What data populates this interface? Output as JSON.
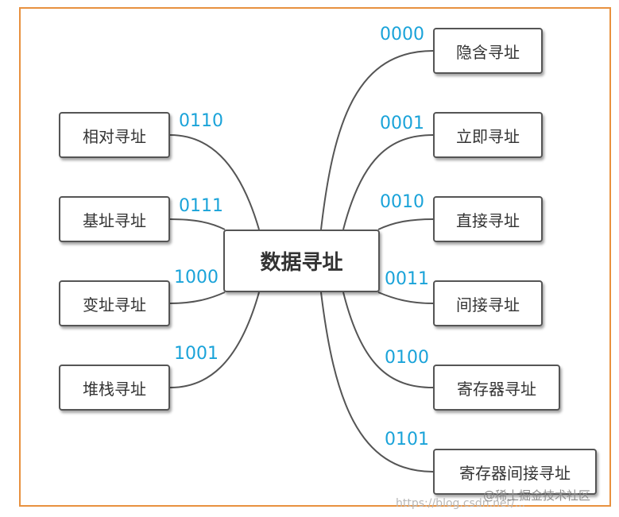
{
  "center": {
    "label": "数据寻址"
  },
  "left": [
    {
      "label": "相对寻址",
      "code": "0110"
    },
    {
      "label": "基址寻址",
      "code": "0111"
    },
    {
      "label": "变址寻址",
      "code": "1000"
    },
    {
      "label": "堆栈寻址",
      "code": "1001"
    }
  ],
  "right": [
    {
      "label": "隐含寻址",
      "code": "0000"
    },
    {
      "label": "立即寻址",
      "code": "0001"
    },
    {
      "label": "直接寻址",
      "code": "0010"
    },
    {
      "label": "间接寻址",
      "code": "0011"
    },
    {
      "label": "寄存器寻址",
      "code": "0100"
    },
    {
      "label": "寄存器间接寻址",
      "code": "0101"
    }
  ],
  "watermark": {
    "url": "https://blog.csdn.net/...",
    "site": "@稀土掘金技术社区"
  },
  "colors": {
    "code": "#1aa3d9",
    "frame": "#e8913f",
    "line": "#555555"
  }
}
